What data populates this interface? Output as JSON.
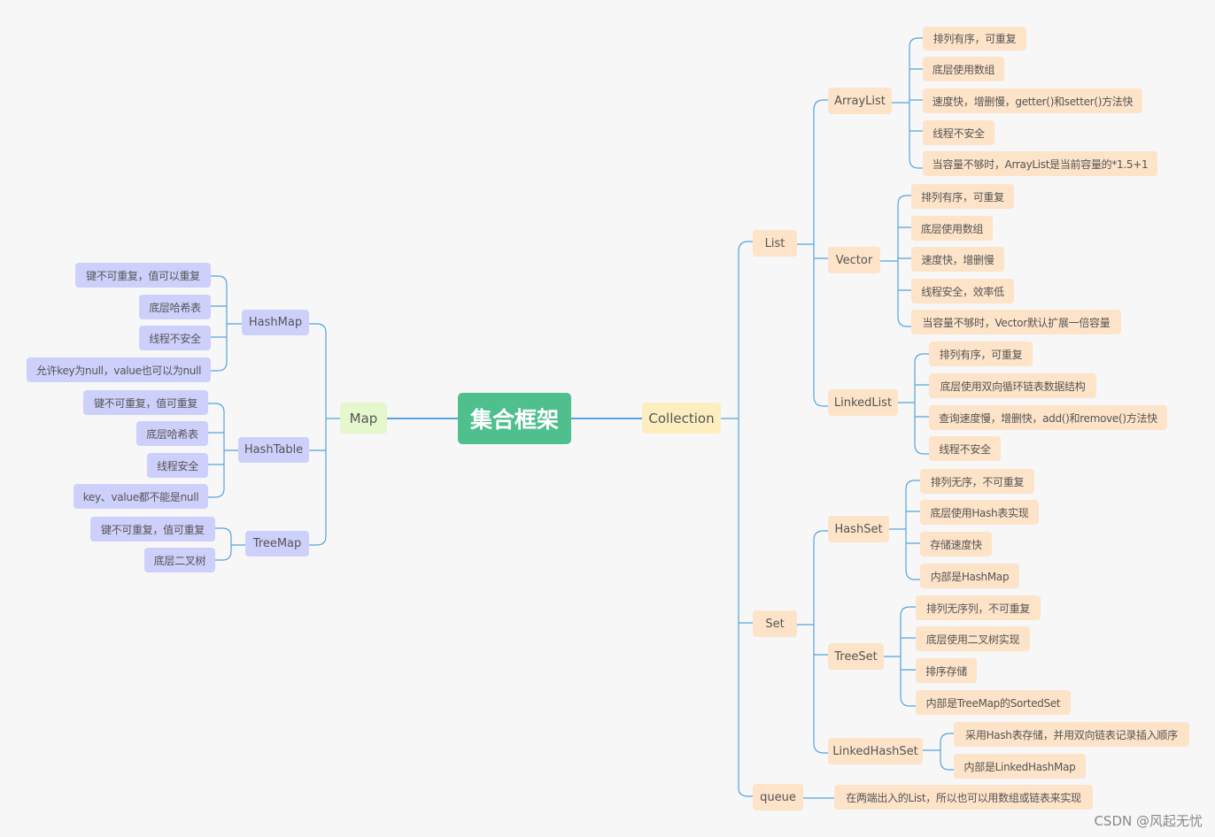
{
  "root": "集合框架",
  "collection": {
    "label": "Collection",
    "list": {
      "label": "List",
      "arraylist": {
        "label": "ArrayList",
        "items": [
          "排列有序，可重复",
          "底层使用数组",
          "速度快，增删慢，getter()和setter()方法快",
          "线程不安全",
          "当容量不够时，ArrayList是当前容量的*1.5+1"
        ]
      },
      "vector": {
        "label": "Vector",
        "items": [
          "排列有序，可重复",
          "底层使用数组",
          "速度快，增删慢",
          "线程安全，效率低",
          "当容量不够时，Vector默认扩展一倍容量"
        ]
      },
      "linkedlist": {
        "label": "LinkedList",
        "items": [
          "排列有序，可重复",
          "底层使用双向循环链表数据结构",
          "查询速度慢，增删快，add()和remove()方法快",
          "线程不安全"
        ]
      }
    },
    "set": {
      "label": "Set",
      "hashset": {
        "label": "HashSet",
        "items": [
          "排列无序，不可重复",
          "底层使用Hash表实现",
          "存储速度快",
          "内部是HashMap"
        ]
      },
      "treeset": {
        "label": "TreeSet",
        "items": [
          "排列无序列，不可重复",
          "底层使用二叉树实现",
          "排序存储",
          "内部是TreeMap的SortedSet"
        ]
      },
      "linkedhashset": {
        "label": "LinkedHashSet",
        "items": [
          "采用Hash表存储，并用双向链表记录插入顺序",
          "内部是LinkedHashMap"
        ]
      }
    },
    "queue": {
      "label": "queue",
      "items": [
        "在两端出入的List，所以也可以用数组或链表来实现"
      ]
    }
  },
  "map": {
    "label": "Map",
    "hashmap": {
      "label": "HashMap",
      "items": [
        "键不可重复，值可以重复",
        "底层哈希表",
        "线程不安全",
        "允许key为null，value也可以为null"
      ]
    },
    "hashtable": {
      "label": "HashTable",
      "items": [
        "键不可重复，值可重复",
        "底层哈希表",
        "线程安全",
        "key、value都不能是null"
      ]
    },
    "treemap": {
      "label": "TreeMap",
      "items": [
        "键不可重复，值可重复",
        "底层二叉树"
      ]
    }
  },
  "watermark": "CSDN @风起无忧",
  "colors": {
    "root": "#4fc08d",
    "collection": "#fdeec0",
    "map": "#e5f7cc",
    "right_nodes": "#fde3c8",
    "left_nodes": "#cdd0fb",
    "lines": "#54a4de"
  }
}
